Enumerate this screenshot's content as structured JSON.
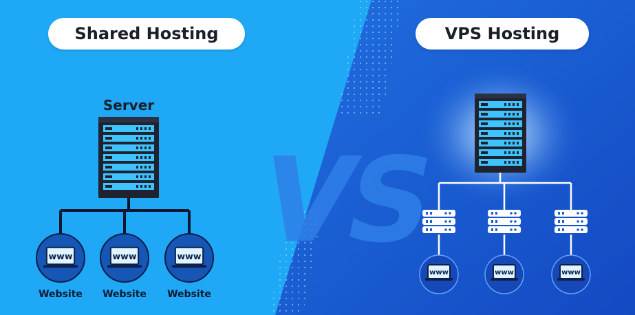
{
  "left_panel": {
    "title": "Shared Hosting",
    "server_label": "Server",
    "site_label": "www",
    "websites": [
      "Website",
      "Website",
      "Website"
    ]
  },
  "right_panel": {
    "title": "VPS Hosting",
    "site_label": "www"
  },
  "center_mark": "VS",
  "colors": {
    "left_bg": "#1fa8f5",
    "right_bg": "#1a5ed8",
    "server_body": "#1f2330",
    "server_accent": "#3ec3ff",
    "line": "#0e1730",
    "vps_line": "#ffffff",
    "circle": "#1556b7"
  }
}
